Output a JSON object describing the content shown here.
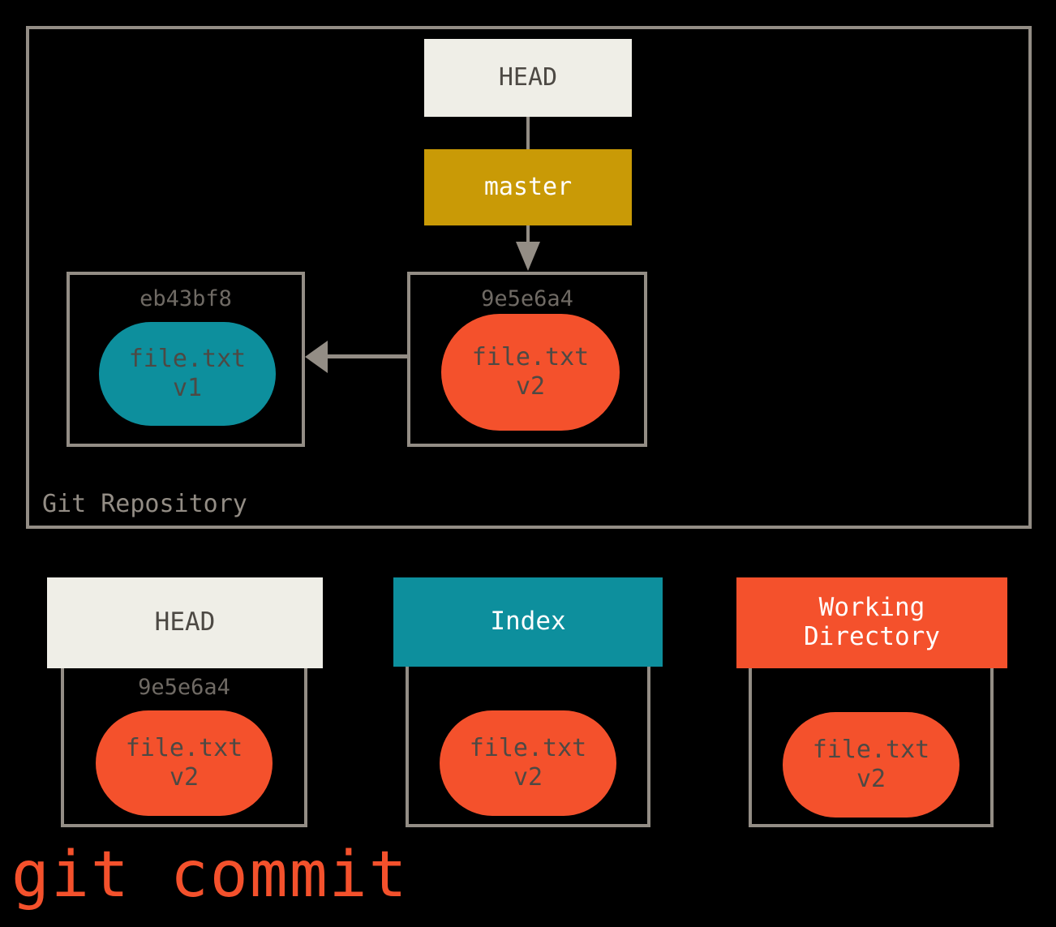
{
  "diagram": {
    "title": "git commit",
    "repository": {
      "label": "Git Repository",
      "head_box": {
        "label": "HEAD"
      },
      "branch_box": {
        "label": "master"
      },
      "commits": [
        {
          "hash": "eb43bf8",
          "blob": {
            "filename": "file.txt",
            "version": "v1",
            "color": "#0d8f9d"
          }
        },
        {
          "hash": "9e5e6a4",
          "blob": {
            "filename": "file.txt",
            "version": "v2",
            "color": "#f4512c"
          }
        }
      ]
    },
    "areas": [
      {
        "header": "HEAD",
        "header_bg": "#efeee7",
        "header_fg": "#4d4944",
        "hash": "9e5e6a4",
        "blob": {
          "filename": "file.txt",
          "version": "v2",
          "color": "#f4512c"
        }
      },
      {
        "header": "Index",
        "header_bg": "#0d8f9d",
        "header_fg": "#ffffff",
        "hash": "",
        "blob": {
          "filename": "file.txt",
          "version": "v2",
          "color": "#f4512c"
        }
      },
      {
        "header": "Working\nDirectory",
        "header_bg": "#f4512c",
        "header_fg": "#ffffff",
        "hash": "",
        "blob": {
          "filename": "file.txt",
          "version": "v2",
          "color": "#f4512c"
        }
      }
    ]
  },
  "colors": {
    "background": "#000000",
    "border_gray": "#938d85",
    "text_gray": "#6f6a64",
    "teal": "#0d8f9d",
    "orange": "#f4512c",
    "gold": "#c99a06",
    "offwhite": "#efeee7"
  }
}
